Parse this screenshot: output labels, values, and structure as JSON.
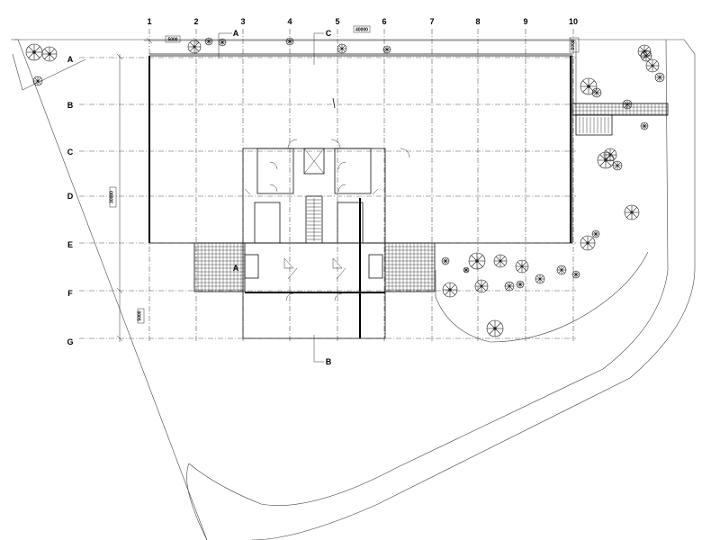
{
  "grid": {
    "columns": [
      "1",
      "2",
      "3",
      "4",
      "5",
      "6",
      "7",
      "8",
      "9",
      "10"
    ],
    "rows": [
      "A",
      "B",
      "C",
      "D",
      "E",
      "F",
      "G"
    ]
  },
  "sections": {
    "a_top": "A",
    "a_inner": "A",
    "b_bottom": "B",
    "c_top": "C"
  },
  "dimensions": {
    "top_left": "5000",
    "top_mid": "40000",
    "top_right": "5000",
    "left_mid": "30000",
    "left_low": "5000"
  },
  "icons": {
    "tree": "tree-symbol-icon",
    "door": "door-swing-icon",
    "stair": "stair-icon",
    "elevator": "elevator-icon"
  }
}
